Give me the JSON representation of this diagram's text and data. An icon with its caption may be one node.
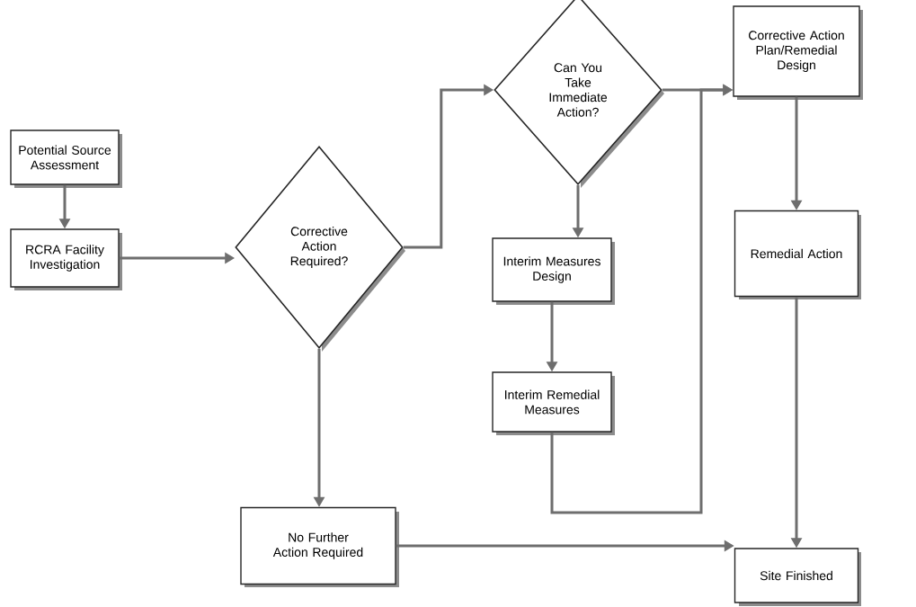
{
  "diagram": {
    "nodes": [
      {
        "text": [
          "Potential Source Assessment"
        ]
      },
      {
        "text": [
          "RCRA Facility Investigation"
        ]
      },
      {
        "text": [
          "Corrective Action Required?"
        ]
      },
      {
        "text": [
          "Can You Take Immediate Action?"
        ]
      },
      {
        "text": [
          "Corrective Action Plan/Remedial Design"
        ]
      },
      {
        "text": [
          "Interim Measures Design"
        ]
      },
      {
        "text": [
          "Interim Remedial Measures"
        ]
      },
      {
        "text": [
          "Remedial Action"
        ]
      },
      {
        "text": [
          "No Further Action Required"
        ]
      },
      {
        "text": [
          "Site Finished"
        ]
      }
    ],
    "edges": [
      {
        "from": 0,
        "to": 1,
        "arrow": "to"
      },
      {
        "from": 1,
        "to": 2,
        "arrow": "to"
      },
      {
        "from": 2,
        "to": 3,
        "arrow": "to"
      },
      {
        "from": 3,
        "to": 4,
        "arrow": "to"
      },
      {
        "from": 3,
        "to": 5,
        "arrow": "to"
      },
      {
        "from": 5,
        "to": 6,
        "arrow": "to"
      },
      {
        "from": 6,
        "to": 4,
        "arrow": "to"
      },
      {
        "from": 4,
        "to": 7,
        "arrow": "to"
      },
      {
        "from": 7,
        "to": 9,
        "arrow": "to"
      },
      {
        "from": 2,
        "to": 8,
        "arrow": "to"
      },
      {
        "from": 8,
        "to": 9,
        "arrow": "to"
      }
    ]
  }
}
